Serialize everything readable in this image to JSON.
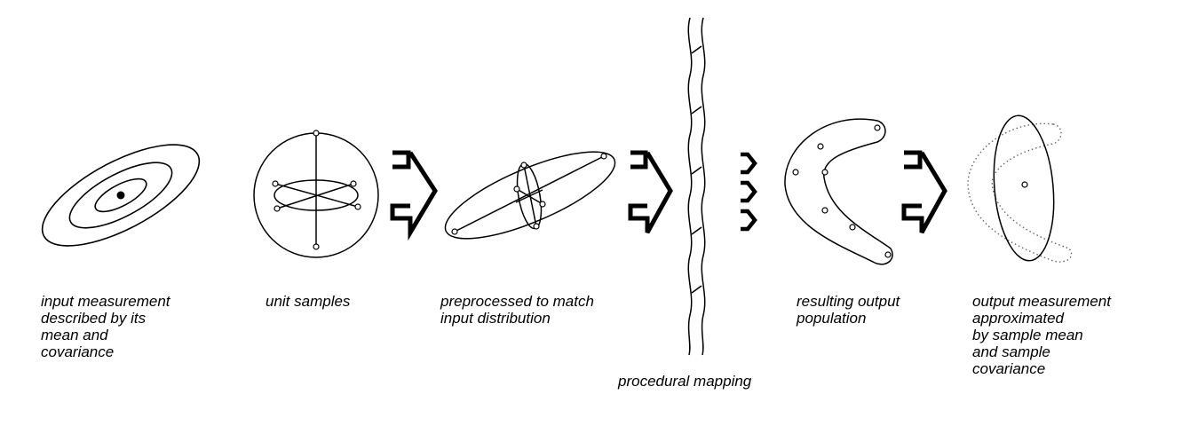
{
  "captions": {
    "input": [
      "input measurement",
      "described by its",
      "mean and",
      "covariance"
    ],
    "unit": [
      "unit samples"
    ],
    "preprocessed": [
      "preprocessed to match",
      "input distribution"
    ],
    "mapping": [
      "procedural mapping"
    ],
    "resulting": [
      "resulting output",
      "population"
    ],
    "output": [
      "output measurement",
      "approximated",
      "by sample mean",
      "and sample",
      "covariance"
    ]
  },
  "colors": {
    "ink": "#000000",
    "dotted": "#666666"
  }
}
